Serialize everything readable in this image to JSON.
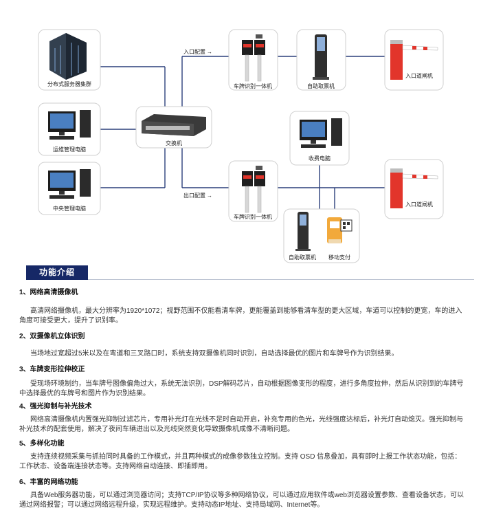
{
  "diagram": {
    "nodes": {
      "server_cluster": "分布式服务器集群",
      "ops_pc": "运维管理电脑",
      "central_pc": "中央管理电脑",
      "switch": "交换机",
      "entry_lpr": "车牌识别一体机",
      "entry_kiosk": "自助取票机",
      "entry_gate": "入口道闸机",
      "toll_pc": "收费电脑",
      "exit_lpr": "车牌识别一体机",
      "exit_gate": "入口道闸机",
      "exit_kiosk": "自助取票机",
      "mobile_pay": "移动支付"
    },
    "entry_config": "入口配置",
    "exit_config": "出口配置",
    "arrow": "→",
    "colors": {
      "line": "#2a3f7a",
      "border": "#cfcfcf",
      "gate_red": "#e2352b",
      "navy": "#162866"
    }
  },
  "section": {
    "title": "功能介绍"
  },
  "features": [
    {
      "title": "1、网络高清摄像机",
      "desc": "高清网络摄像机，最大分辨率为1920*1072；视野范围不仅能看清车牌，更能覆盖到能够看清车型的更大区域，车道可以控制的更宽，车的进入角度可接受更大，提升了识别率。"
    },
    {
      "title": "2、双摄像机立体识别",
      "desc": "当场地过宽超过5米以及在弯道和三叉路口时，系统支持双摄像机同时识别，自动选择最优的图片和车牌号作为识别结果。"
    },
    {
      "title": "3、车牌变形拉伸校正",
      "desc": "受现场环境制约，当车牌号图像偏角过大，系统无法识别，DSP解码芯片，自动根据图像变形的程度，进行多角度拉伸，然后从识别到的车牌号中选择最优的车牌号和图片作为识别结果。"
    },
    {
      "title": "4、强光抑制与补光技术",
      "desc": "网络高清摄像机内置强光抑制过滤芯片，专用补光灯在光线不足时自动开启，补充专用的色光，光线强度达标后，补光灯自动熄灭。强光抑制与补光技术的配套使用，解决了夜间车辆进出以及光线突然变化导致摄像机成像不清晰问题。"
    },
    {
      "title": "5、多样化功能",
      "desc": "支持连续视频采集与抓拍同时具备的工作模式，并且两种模式的成像参数独立控制。支持 OSD 信息叠加，具有即时上报工作状态功能，包括：工作状态、设备端连接状态等。支持网络自动连接、即插即用。"
    },
    {
      "title": "6、丰富的网络功能",
      "desc": "具备Web服务器功能，可以通过浏览器访问；支持TCP/IP协议等多种网络协议，可以通过应用软件或web浏览器设置参数、查看设备状态，可以通过网络报警；可以通过网络远程升级，实现远程维护。支持动态IP地址、支持局域网、Internet等。"
    }
  ]
}
